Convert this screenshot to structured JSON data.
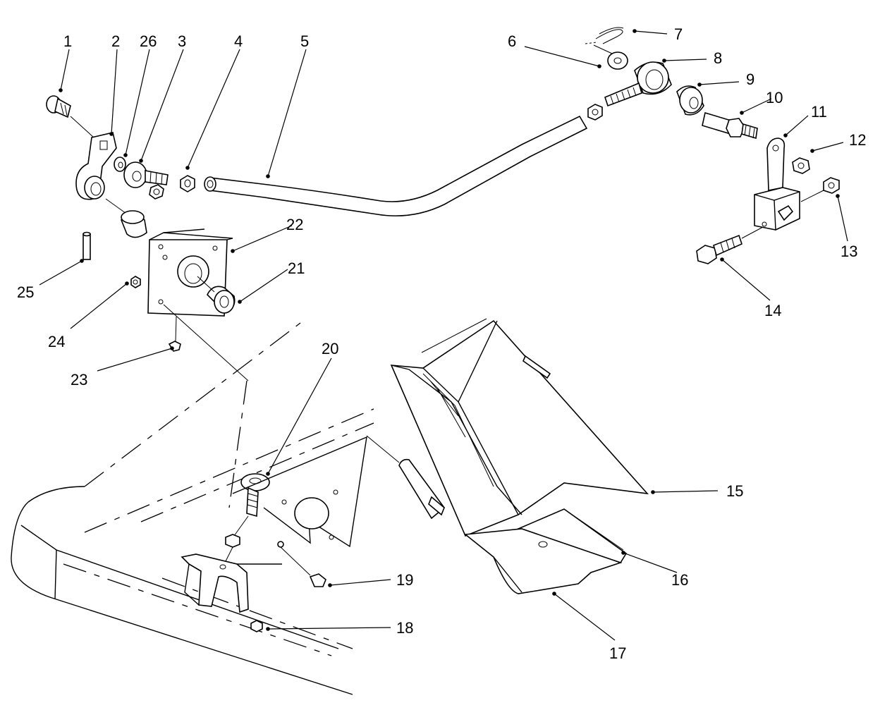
{
  "callouts": [
    {
      "id": "1",
      "label": "1"
    },
    {
      "id": "2",
      "label": "2"
    },
    {
      "id": "26",
      "label": "26"
    },
    {
      "id": "3",
      "label": "3"
    },
    {
      "id": "4",
      "label": "4"
    },
    {
      "id": "5",
      "label": "5"
    },
    {
      "id": "6",
      "label": "6"
    },
    {
      "id": "7",
      "label": "7"
    },
    {
      "id": "8",
      "label": "8"
    },
    {
      "id": "9",
      "label": "9"
    },
    {
      "id": "10",
      "label": "10"
    },
    {
      "id": "11",
      "label": "11"
    },
    {
      "id": "12",
      "label": "12"
    },
    {
      "id": "13",
      "label": "13"
    },
    {
      "id": "14",
      "label": "14"
    },
    {
      "id": "15",
      "label": "15"
    },
    {
      "id": "16",
      "label": "16"
    },
    {
      "id": "17",
      "label": "17"
    },
    {
      "id": "18",
      "label": "18"
    },
    {
      "id": "19",
      "label": "19"
    },
    {
      "id": "20",
      "label": "20"
    },
    {
      "id": "21",
      "label": "21"
    },
    {
      "id": "22",
      "label": "22"
    },
    {
      "id": "23",
      "label": "23"
    },
    {
      "id": "24",
      "label": "24"
    },
    {
      "id": "25",
      "label": "25"
    }
  ]
}
